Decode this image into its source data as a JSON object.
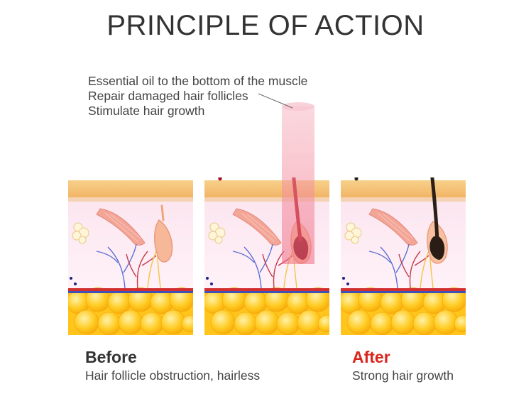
{
  "title": "PRINCIPLE OF ACTION",
  "annotation": [
    "Essential oil to the bottom of the muscle",
    "Repair damaged hair follicles",
    "Stimulate hair growth"
  ],
  "before": {
    "heading": "Before",
    "caption": "Hair follicle obstruction, hairless",
    "heading_color": "#333333"
  },
  "after": {
    "heading": "After",
    "caption": "Strong hair growth",
    "heading_color": "#d9251c"
  },
  "colors": {
    "skin_top": "#f5c98a",
    "dermis": "#fce6f0",
    "fat": "#ffc51c",
    "treatment": "#e8223a",
    "healthy_hair": "#2b2018"
  }
}
